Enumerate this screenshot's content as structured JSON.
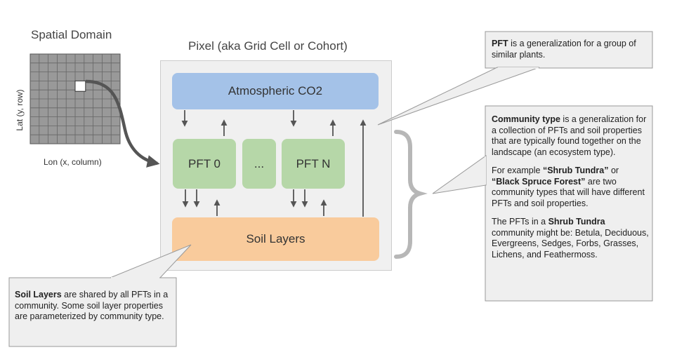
{
  "spatial": {
    "title": "Spatial Domain",
    "y_label": "Lat (y, row)",
    "x_label": "Lon (x, column)",
    "grid_rows": 10,
    "grid_cols": 10,
    "highlight_cell": [
      5,
      3
    ]
  },
  "pixel": {
    "title": "Pixel (aka Grid Cell or Cohort)",
    "atmosphere": "Atmospheric CO2",
    "pft0": "PFT 0",
    "ellipsis": "...",
    "pftN": "PFT N",
    "soil": "Soil Layers"
  },
  "callouts": {
    "pft": {
      "bold": "PFT",
      "text": " is a generalization for a group of similar plants."
    },
    "community": {
      "p1_bold": "Community type",
      "p1_text": " is a generalization for a collection of PFTs and soil properties that are typically found together on the landscape (an ecosystem type).",
      "p2_a": "For example ",
      "p2_b1": "“Shrub Tundra”",
      "p2_c": " or ",
      "p2_b2": "“Black Spruce Forest”",
      "p2_d": " are two community types that will have different PFTs and soil properties.",
      "p3_a": "The PFTs in a ",
      "p3_b": "Shrub Tundra",
      "p3_c": " community might be: Betula, Deciduous, Evergreens, Sedges, Forbs, Grasses, Lichens, and Feathermoss."
    },
    "soil": {
      "bold": "Soil Layers",
      "text": " are shared by all PFTs in a community. Some soil layer properties are parameterized by community type."
    }
  },
  "colors": {
    "atmosphere": "#a4c2e8",
    "pft": "#b6d7a8",
    "soil": "#f9cb9c",
    "pixel_bg": "#f0f0f0",
    "callout_bg": "#efefef",
    "grid_fill": "#999999",
    "arrow": "#555555",
    "brace": "#b7b7b7"
  }
}
